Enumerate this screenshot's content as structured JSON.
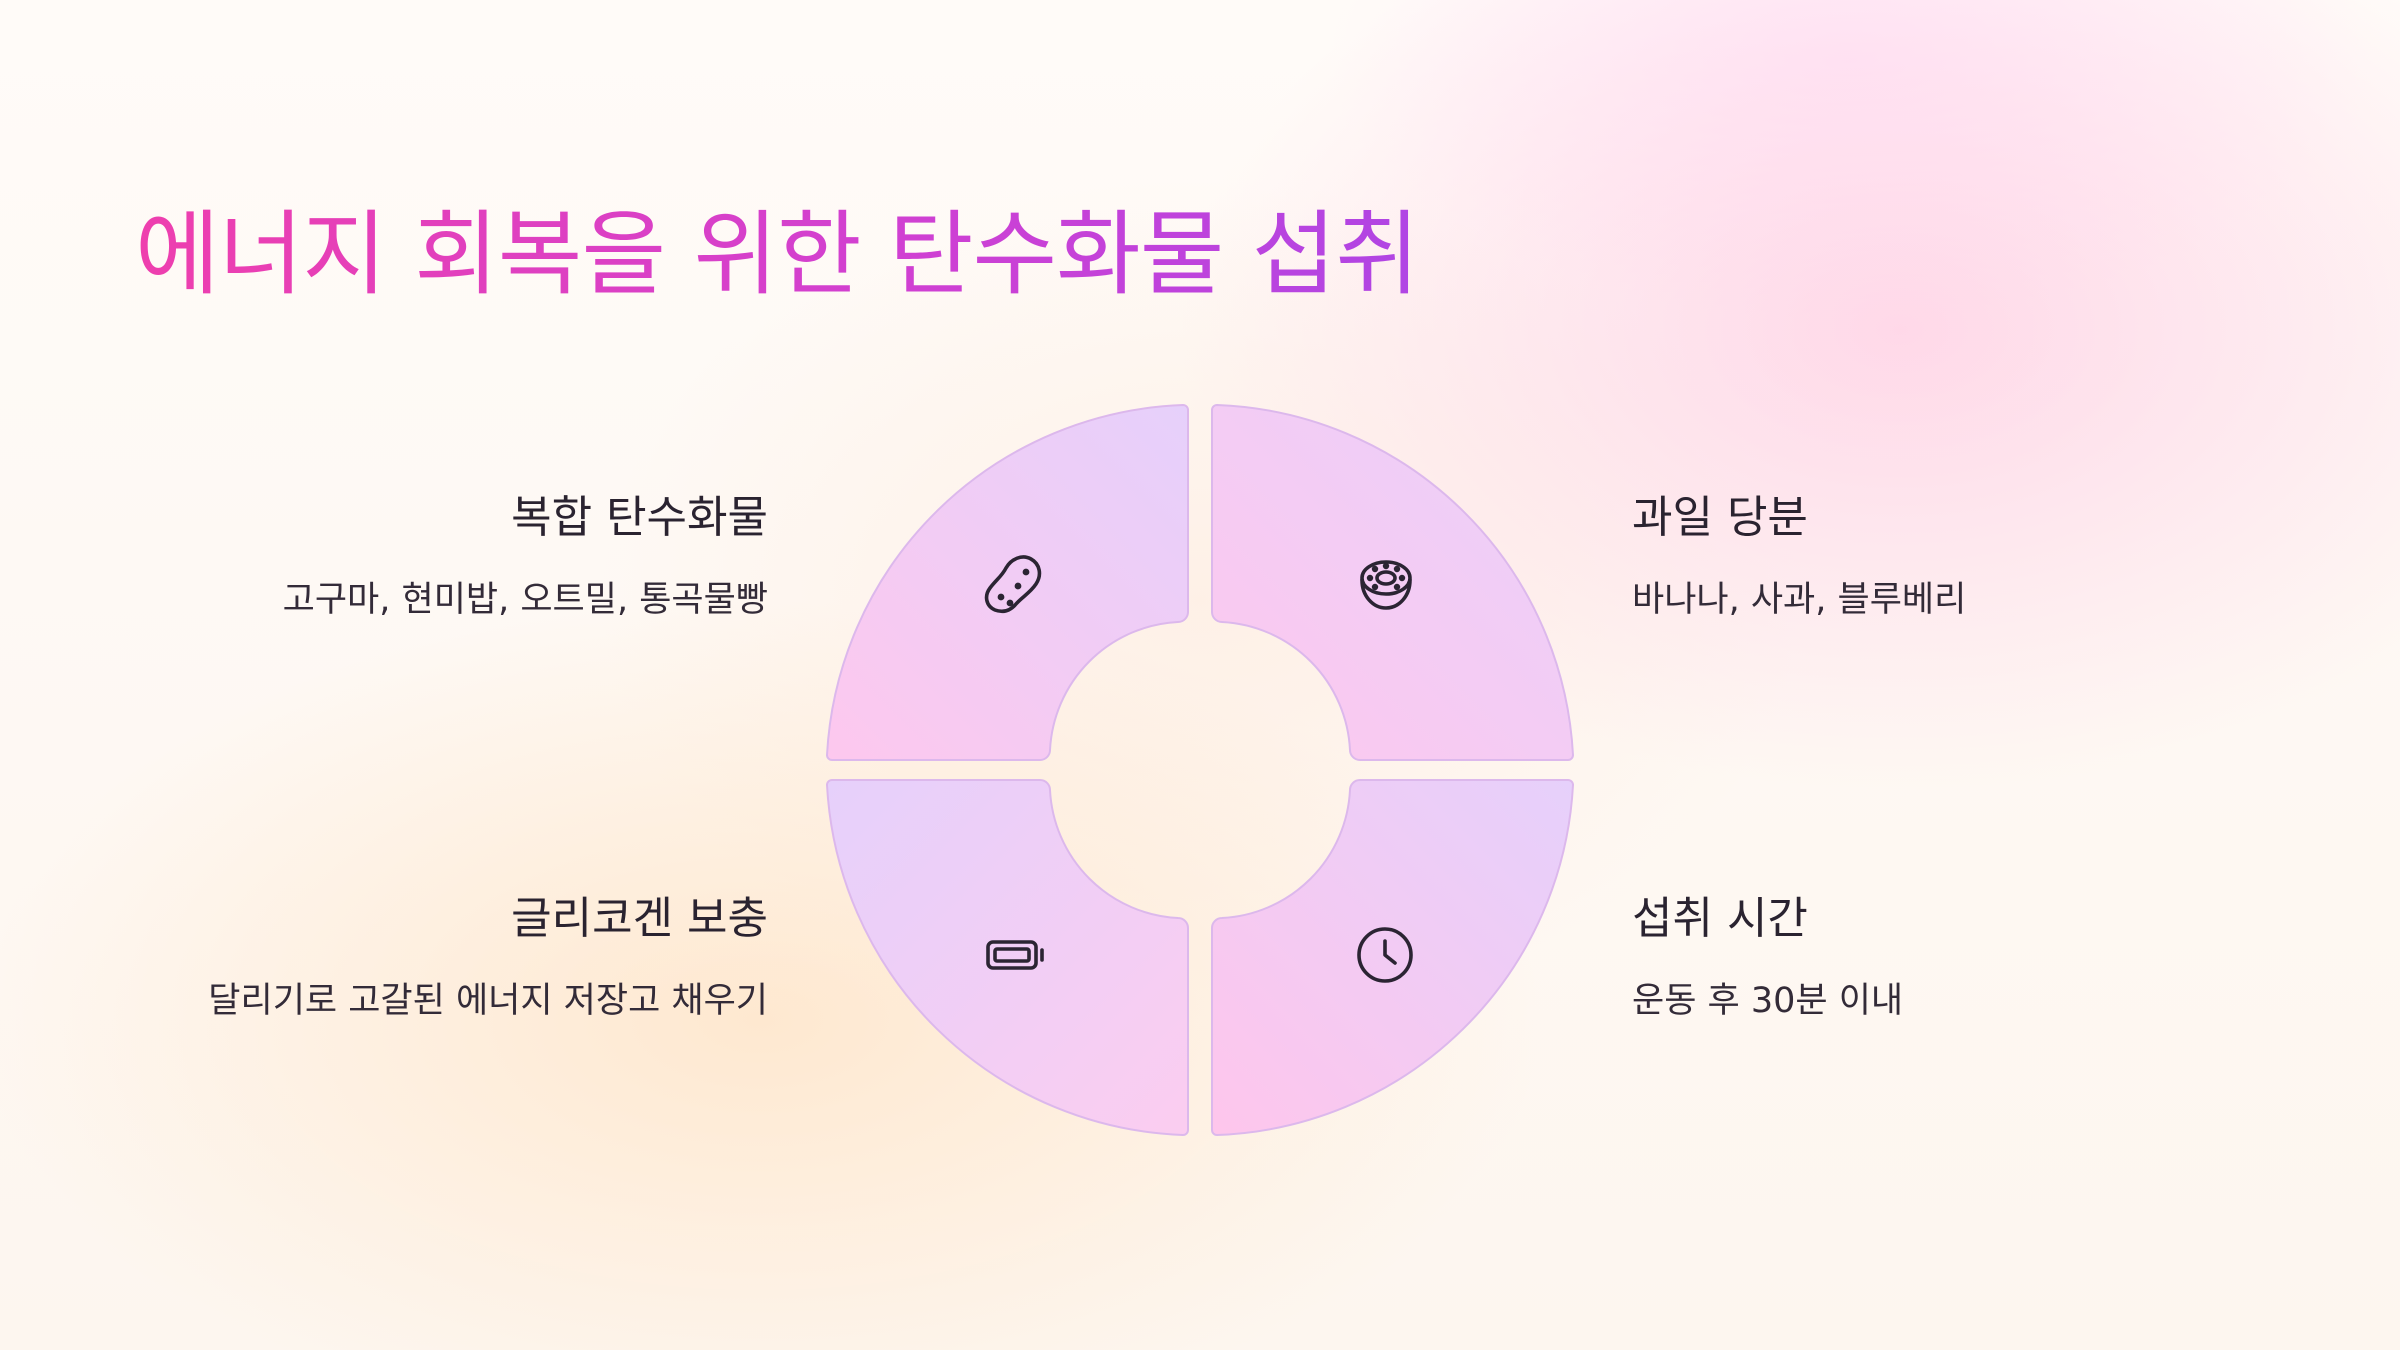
{
  "title": "에너지 회복을 위한 탄수화물 섭취",
  "colors": {
    "title_gradient": [
      "#ee3fae",
      "#b045e4"
    ],
    "segment_pink": "#fcc8ee",
    "segment_lavender": "#e8d0fb",
    "segment_border": "#ddb8ec",
    "icon_stroke": "#2b2433"
  },
  "sections": [
    {
      "position": "top-left",
      "heading": "복합 탄수화물",
      "description": "고구마, 현미밥, 오트밀, 통곡물빵",
      "icon": "potato-icon"
    },
    {
      "position": "top-right",
      "heading": "과일 당분",
      "description": "바나나, 사과, 블루베리",
      "icon": "kiwi-fruit-icon"
    },
    {
      "position": "bottom-left",
      "heading": "글리코겐 보충",
      "description": "달리기로 고갈된 에너지 저장고 채우기",
      "icon": "battery-icon"
    },
    {
      "position": "bottom-right",
      "heading": "섭취 시간",
      "description": "운동 후 30분 이내",
      "icon": "clock-icon"
    }
  ]
}
